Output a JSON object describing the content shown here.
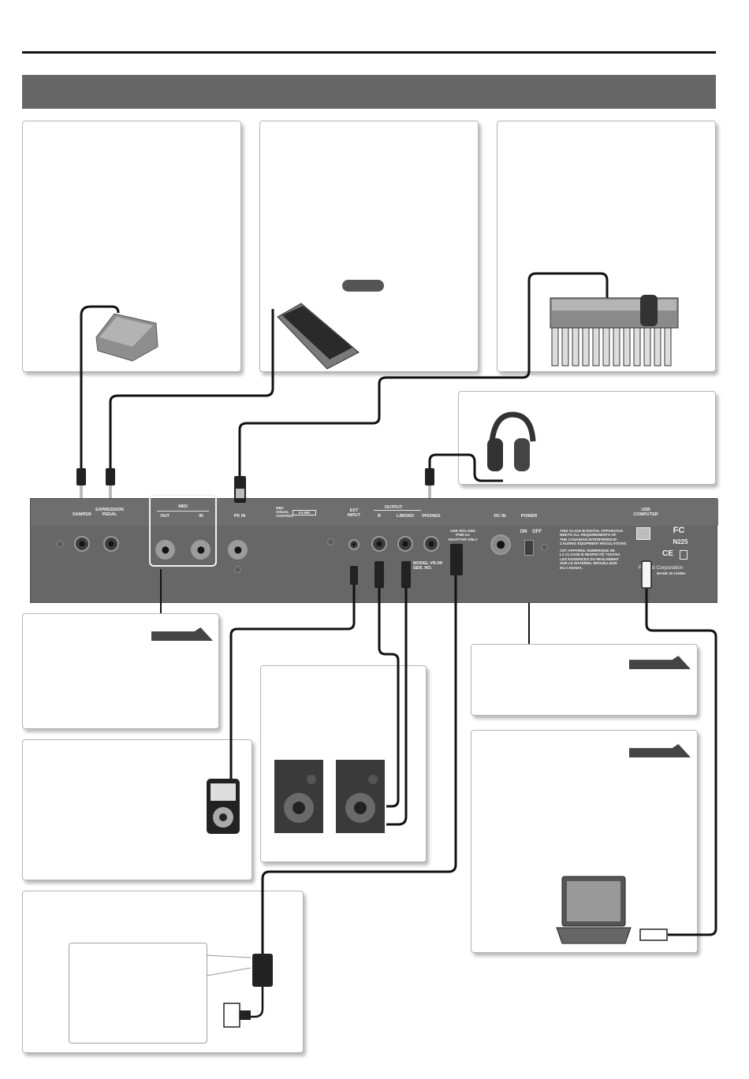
{
  "panel": {
    "damper": "DAMPER",
    "expression_pedal": "EXPRESSION\nPEDAL",
    "midi": "MIDI",
    "midi_out": "OUT",
    "midi_in": "IN",
    "pk_in": "PK IN",
    "visual_control": "MIDI\nVISUAL\nCONTROL",
    "v_link": "V-LINK",
    "ext_input": "EXT\nINPUT",
    "output": "OUTPUT",
    "output_r": "R",
    "output_lmono": "L/MONO",
    "phones": "PHONES",
    "adaptor_note": "USE ROLAND\nPSB-1U\nADAPTOR ONLY",
    "dc_in": "DC IN",
    "power": "POWER",
    "on": "ON",
    "off": "OFF",
    "model": "MODEL  VR-09\nSER. NO.",
    "fcc_text_en": "THIS CLASS B DIGITAL APPARATUS\nMEETS ALL REQUIREMENTS OF\nTHE CANADIAN INTERFERENCE-\nCAUSING EQUIPMENT REGULATIONS.",
    "fcc_text_fr": "CET APPAREIL NUMERIQUE DE\nLA CLASSE B RESPECTE TOUTES\nLES EXIGENCES DU REGLEMENT\nSUR LE MATERIEL BROUILLEUR\nDU CANADA.",
    "usb_computer": "USB\nCOMPUTER",
    "fc_mark": "FC",
    "n225": "N225",
    "ce_mark": "CE",
    "manufacturer": "Roland Corporation",
    "made_in": "MADE IN CHINA"
  }
}
